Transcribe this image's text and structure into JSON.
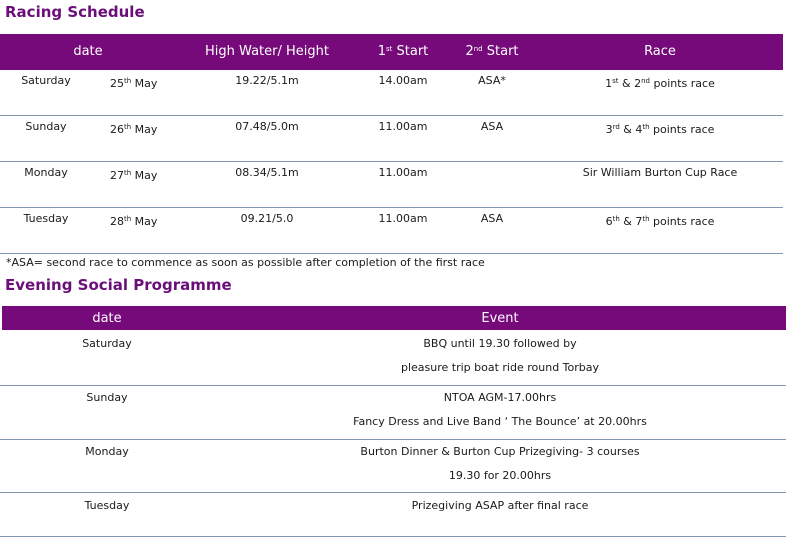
{
  "racing": {
    "title": "Racing Schedule",
    "headers": {
      "date": "date",
      "high_water": "High Water/ Height",
      "start1_pre": "1",
      "start1_sup": "st",
      "start1_post": " Start",
      "start2_pre": "2",
      "start2_sup": "nd",
      "start2_post": " Start",
      "race": "Race"
    },
    "rows": [
      {
        "day": "Saturday",
        "date_num": "25",
        "date_sup": "th",
        "date_month": " May",
        "high_water": "19.22/5.1m",
        "start1": "14.00am",
        "start2": "ASA*",
        "race_a": "1",
        "race_a_sup": "st",
        "race_b": " & 2",
        "race_b_sup": "nd",
        "race_c": " points race"
      },
      {
        "day": "Sunday",
        "date_num": "26",
        "date_sup": "th",
        "date_month": " May",
        "high_water": "07.48/5.0m",
        "start1": "11.00am",
        "start2": "ASA",
        "race_a": "3",
        "race_a_sup": "rd",
        "race_b": " & 4",
        "race_b_sup": "th",
        "race_c": " points race"
      },
      {
        "day": "Monday",
        "date_num": "27",
        "date_sup": "th",
        "date_month": " May",
        "high_water": "08.34/5.1m",
        "start1": "11.00am",
        "start2": "",
        "race_a": "Sir William Burton Cup Race",
        "race_a_sup": "",
        "race_b": "",
        "race_b_sup": "",
        "race_c": ""
      },
      {
        "day": "Tuesday",
        "date_num": "28",
        "date_sup": "th",
        "date_month": " May",
        "high_water": "09.21/5.0",
        "start1": "11.00am",
        "start2": "ASA",
        "race_a": "6",
        "race_a_sup": "th",
        "race_b": " & 7",
        "race_b_sup": "th",
        "race_c": "  points race"
      }
    ],
    "footnote": "*ASA= second race to commence as soon as possible after completion of the first race"
  },
  "social": {
    "title": "Evening Social Programme",
    "headers": {
      "date": "date",
      "event": "Event"
    },
    "rows": [
      {
        "day": "Saturday",
        "line1": "BBQ until 19.30 followed by",
        "line2": "pleasure trip boat ride round Torbay"
      },
      {
        "day": "Sunday",
        "line1": "NTOA AGM-17.00hrs",
        "line2": "Fancy Dress and Live Band ‘ The Bounce’ at 20.00hrs"
      },
      {
        "day": "Monday",
        "line1": "Burton Dinner & Burton Cup Prizegiving- 3 courses",
        "line2": "19.30 for 20.00hrs"
      },
      {
        "day": "Tuesday",
        "line1": "Prizegiving ASAP after final race",
        "line2": ""
      }
    ]
  },
  "colors": {
    "accent": "#760a7a",
    "title": "#6b0e7a",
    "rule": "#7e95b3"
  }
}
